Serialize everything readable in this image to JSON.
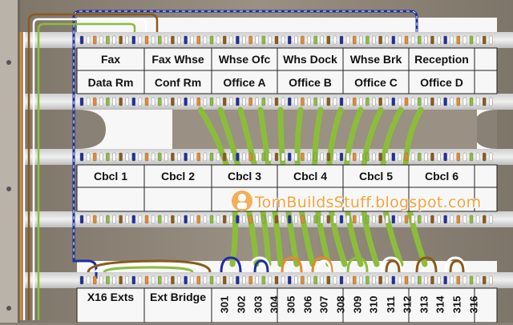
{
  "panel": {
    "rows": [
      [
        "Fax",
        "Fax Whse",
        "Whse Ofc",
        "Whs Dock",
        "Whse Brk",
        "Reception"
      ],
      [
        "Data Rm",
        "Conf Rm",
        "Office A",
        "Office B",
        "Office C",
        "Office D"
      ],
      [
        "Cbcl 1",
        "Cbcl 2",
        "Cbcl 3",
        "Cbcl 4",
        "Cbcl 5",
        "Cbcl 6"
      ]
    ],
    "bottom_labels": [
      "X16 Exts",
      "Ext Bridge"
    ],
    "port_numbers": [
      "301",
      "302",
      "303",
      "304",
      "305",
      "306",
      "307",
      "308",
      "309",
      "310",
      "311",
      "312",
      "313",
      "314",
      "315",
      "316"
    ]
  },
  "watermark": {
    "text": "TomBuildsStuff.blogspot.com"
  },
  "icons": [
    "watermark-logo-icon"
  ],
  "colors": {
    "backboard": "#8a8176",
    "wood_light": "#b7ad9f",
    "label_strip": "#f4f4f4",
    "punch_strip": "#d9d9d9",
    "wire_green": "#8bbd3a",
    "wire_blue": "#1f2f9e",
    "wire_brown": "#8a5a1a",
    "wire_orange": "#e38a2b",
    "watermark": "#f2a23c"
  }
}
